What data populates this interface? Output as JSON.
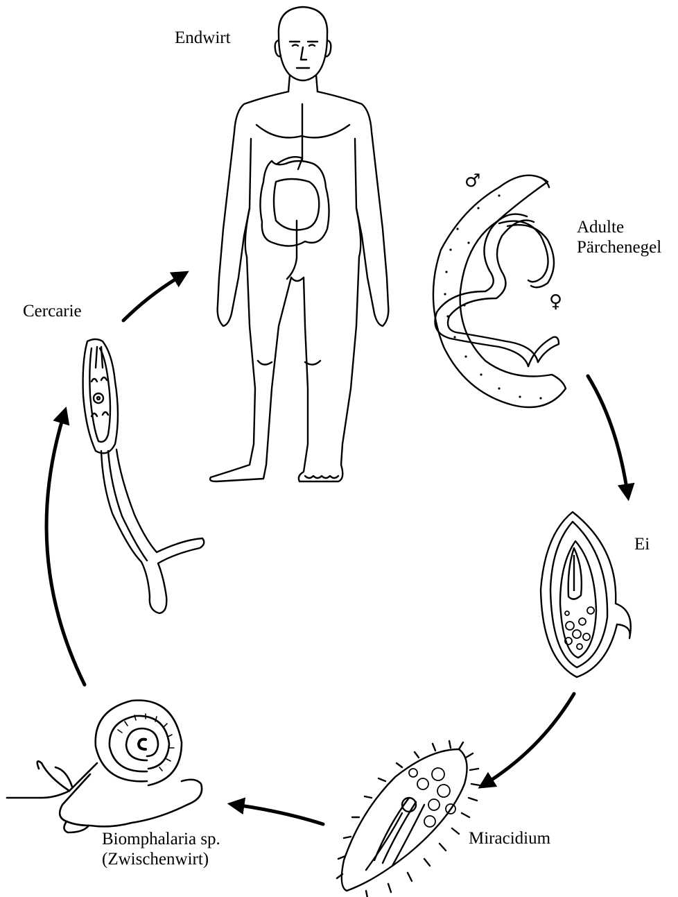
{
  "labels": {
    "endwirt": "Endwirt",
    "adult_line1": "Adulte",
    "adult_line2": "Pärchenegel",
    "male_symbol": "♂",
    "female_symbol": "♀",
    "egg": "Ei",
    "miracidium": "Miracidium",
    "snail_line1": "Biomphalaria sp.",
    "snail_line2": "(Zwischenwirt)",
    "cercarie": "Cercarie"
  },
  "colors": {
    "ink": "#000000",
    "paper": "#ffffff"
  }
}
